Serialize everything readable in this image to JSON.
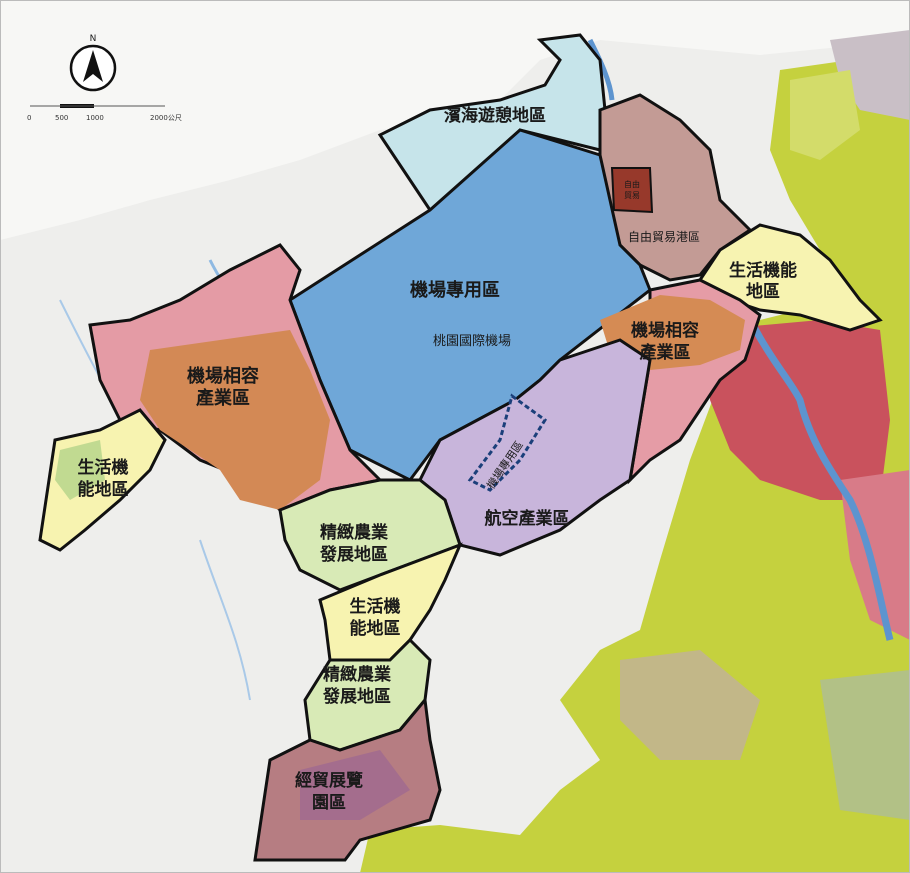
{
  "map": {
    "north_label": "N",
    "scale_ticks": [
      "0",
      "500",
      "1000",
      "2000公尺"
    ],
    "labels": {
      "coastal_recreation": "濱海遊憩地區",
      "airport_exclusive": "機場專用區",
      "taoyuan_airport": "桃園國際機場",
      "free_trade_port": "自由貿易港區",
      "free_trade_inner_line1": "自由",
      "free_trade_inner_line2": "貿易",
      "living_function_ne_line1": "生活機能",
      "living_function_ne_line2": "地區",
      "airport_compatible_east_line1": "機場相容",
      "airport_compatible_east_line2": "產業區",
      "airport_compatible_west_line1": "機場相容",
      "airport_compatible_west_line2": "產業區",
      "living_function_west_line1": "生活機",
      "living_function_west_line2": "能地區",
      "airport_exclusive_small": "機場專用區",
      "aviation_industry": "航空產業區",
      "agri_dev_1_line1": "精緻農業",
      "agri_dev_1_line2": "發展地區",
      "living_function_center_line1": "生活機",
      "living_function_center_line2": "能地區",
      "agri_dev_2_line1": "精緻農業",
      "agri_dev_2_line2": "發展地區",
      "trade_expo_line1": "經貿展覽",
      "trade_expo_line2": "園區"
    },
    "colors": {
      "sea": "#f6f6f4",
      "coastal_recreation": "#c8e6ec",
      "airport_exclusive": "#6ea6d6",
      "free_trade_port": "#c59a93",
      "free_trade_core": "#9b3a2c",
      "living_function": "#f7f3b0",
      "airport_compatible": "#d38a54",
      "compatible_pink": "#e49aa4",
      "aviation_industry": "#c9b6dc",
      "agri_development": "#d9ebb7",
      "trade_expo": "#b77f82",
      "urban_red": "#c8505a",
      "farmland_yellowgreen": "#c7d23c",
      "river": "#6fa2d3",
      "boundary": "#111111"
    }
  }
}
